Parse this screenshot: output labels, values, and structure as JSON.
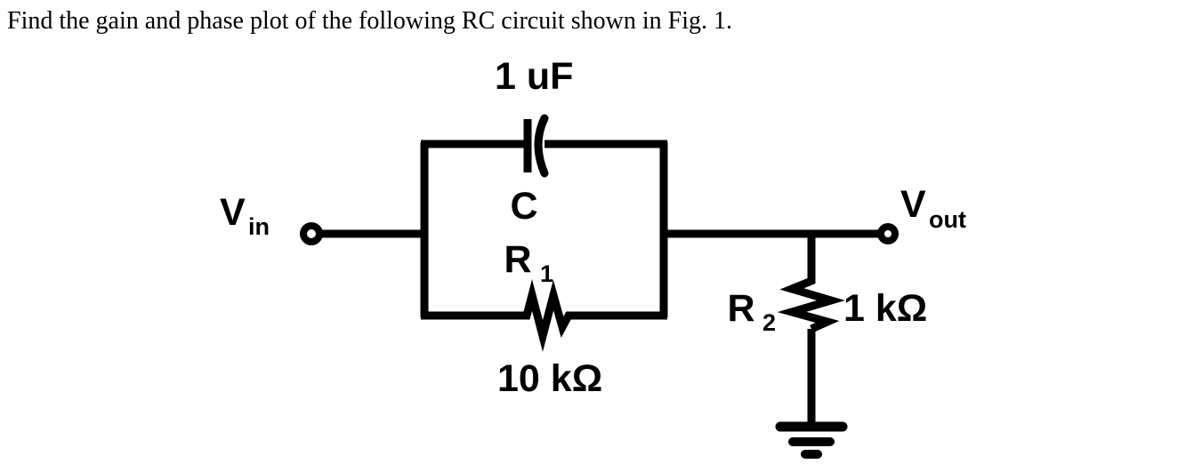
{
  "document": {
    "background_color": "#ffffff",
    "ink_color": "#000000"
  },
  "prompt": {
    "text": "Find the gain and phase plot of the following RC circuit shown in Fig. 1."
  },
  "figure": {
    "name": "rc-circuit-diagram",
    "caption_reference": "Fig. 1",
    "terminals": {
      "input": {
        "label_main": "V",
        "label_sub": "in"
      },
      "output": {
        "label_main": "V",
        "label_sub": "out"
      }
    },
    "components": [
      {
        "id": "capacitor-c",
        "type": "capacitor",
        "designator_main": "C",
        "designator_sub": "",
        "value": "1 uF",
        "value_position": "above",
        "branch": "top-parallel"
      },
      {
        "id": "resistor-r1",
        "type": "resistor",
        "designator_main": "R",
        "designator_sub": "1",
        "value": "10 kΩ",
        "value_position": "below",
        "branch": "bottom-parallel"
      },
      {
        "id": "resistor-r2",
        "type": "resistor",
        "designator_main": "R",
        "designator_sub": "2",
        "value": "1 kΩ",
        "value_position": "right",
        "branch": "shunt-to-ground"
      }
    ],
    "ground": {
      "id": "ground-symbol",
      "type": "earth-ground",
      "bars": 3
    }
  }
}
